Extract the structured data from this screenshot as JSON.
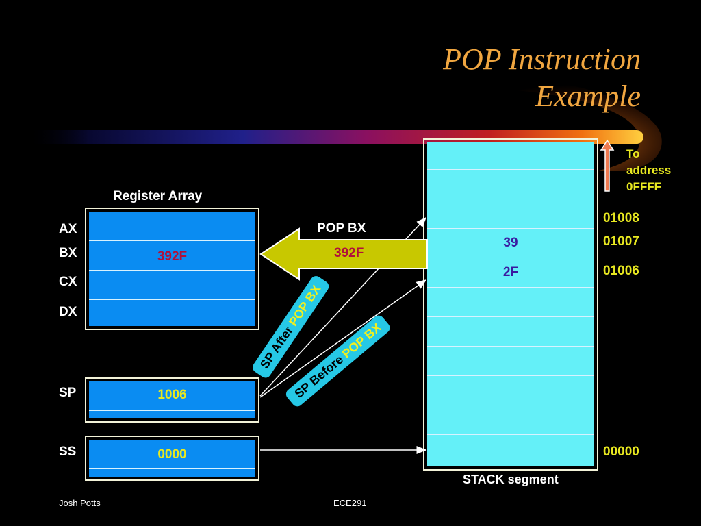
{
  "title": {
    "line1": "POP Instruction",
    "line2": "Example"
  },
  "register_array": {
    "label": "Register Array",
    "registers": [
      {
        "name": "AX",
        "value": ""
      },
      {
        "name": "BX",
        "value": "392F"
      },
      {
        "name": "CX",
        "value": ""
      },
      {
        "name": "DX",
        "value": ""
      }
    ],
    "sp": {
      "name": "SP",
      "value": "1006"
    },
    "ss": {
      "name": "SS",
      "value": "0000"
    }
  },
  "instruction": {
    "text": "POP   BX",
    "value": "392F"
  },
  "stack": {
    "label": "STACK segment",
    "cells": [
      "39",
      "2F"
    ],
    "addresses": {
      "a01008": "01008",
      "a01007": "01007",
      "a01006": "01006",
      "a00000": "00000"
    },
    "to_address": [
      "To",
      "address",
      "0FFFF"
    ]
  },
  "labels": {
    "sp_after": {
      "prefix": "SP After ",
      "highlight": "POP BX"
    },
    "sp_before": {
      "prefix": "SP Before ",
      "highlight": "POP BX"
    }
  },
  "footer": {
    "author": "Josh Potts",
    "course": "ECE291"
  },
  "colors": {
    "title": "#f0a640",
    "register": "#0a8cf2",
    "stack": "#64f0f8",
    "address": "#e8e820",
    "arrow": "#c8c800",
    "value_red": "#b0103a",
    "value_yellow": "#e8e820",
    "value_purple": "#3a1aa0"
  }
}
